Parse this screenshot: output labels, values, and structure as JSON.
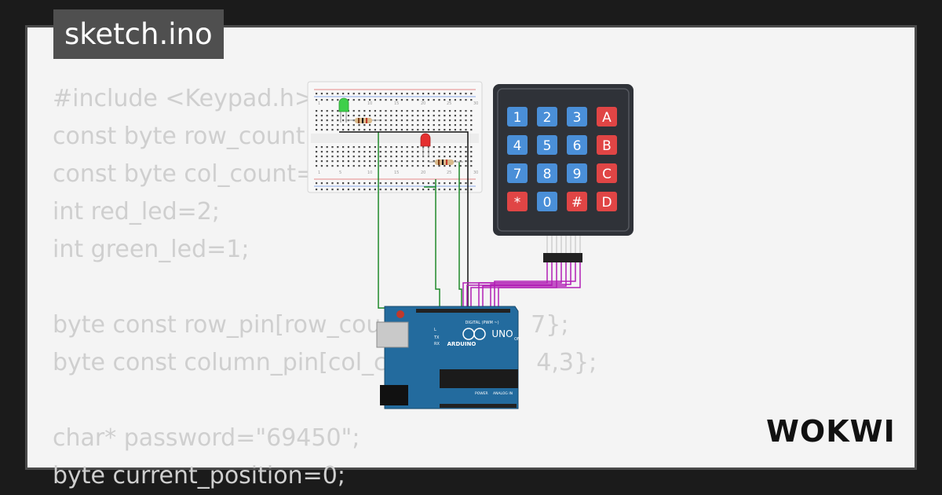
{
  "tab": {
    "filename": "sketch.ino"
  },
  "code_lines": [
    "#include <Keypad.h>",
    "const byte row_count",
    "const byte col_count=",
    "int red_led=2;",
    "int green_led=1;",
    "",
    "byte const row_pin[row_cou                    7};",
    "byte const column_pin[col_c                    4,3};",
    "",
    "char* password=\"69450\";",
    "byte current_position=0;"
  ],
  "keypad": {
    "keys": [
      [
        "1",
        "2",
        "3",
        "A"
      ],
      [
        "4",
        "5",
        "6",
        "B"
      ],
      [
        "7",
        "8",
        "9",
        "C"
      ],
      [
        "*",
        "0",
        "#",
        "D"
      ]
    ],
    "colors": {
      "digit": "#4a8fd8",
      "special": "#e04545",
      "body": "#2f3238",
      "inner": "#3a3d44"
    }
  },
  "arduino": {
    "brand": "ARDUINO",
    "model": "UNO",
    "labels": {
      "digital": "DIGITAL (PWM ~)",
      "power": "POWER",
      "analog": "ANALOG IN",
      "on": "ON",
      "tx": "TX",
      "rx": "RX",
      "l": "L"
    },
    "color": "#236b9e"
  },
  "breadboard": {
    "numbers": [
      "1",
      "5",
      "10",
      "15",
      "20",
      "25",
      "30"
    ]
  },
  "leds": [
    {
      "color_name": "green",
      "hex": "#3ecf4a"
    },
    {
      "color_name": "red",
      "hex": "#e53030"
    }
  ],
  "wires": {
    "green": "#1e8a2a",
    "black": "#111111",
    "purple": "#b21fb5"
  },
  "brand": {
    "logo_text": "WOKWI"
  }
}
